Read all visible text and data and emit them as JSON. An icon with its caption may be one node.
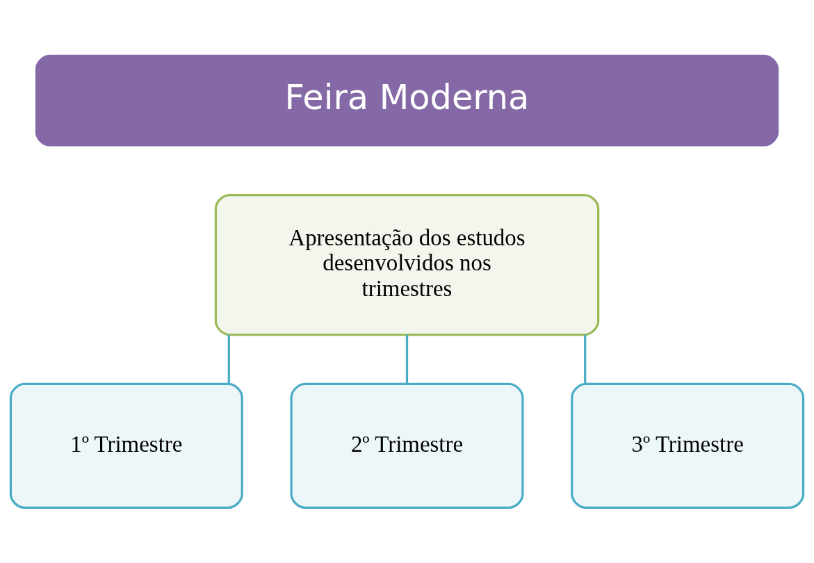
{
  "diagram": {
    "nodes": [
      {
        "text": [
          "Feira Moderna"
        ]
      },
      {
        "text": [
          "Apresentação dos estudos desenvolvidos nos trimestres"
        ]
      },
      {
        "text": [
          "1º Trimestre"
        ]
      },
      {
        "text": [
          "2º Trimestre"
        ]
      },
      {
        "text": [
          "3º Trimestre"
        ]
      }
    ],
    "edges": [
      {
        "from": 1,
        "to": 2,
        "arrow": "none"
      },
      {
        "from": 1,
        "to": 3,
        "arrow": "none"
      },
      {
        "from": 1,
        "to": 4,
        "arrow": "none"
      }
    ]
  }
}
